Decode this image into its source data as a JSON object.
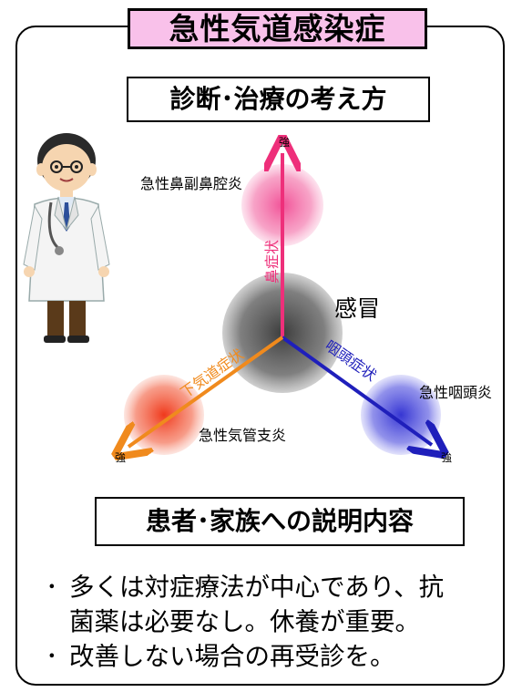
{
  "title": "急性気道感染症",
  "section1": {
    "title": "診断･治療の考え方"
  },
  "section2": {
    "title": "患者･家族への説明内容"
  },
  "diagram": {
    "center_label": "感冒",
    "axes": {
      "nose": {
        "label": "鼻症状",
        "end_label": "強",
        "color": "#ee2f7a"
      },
      "throat": {
        "label": "咽頭症状",
        "end_label": "強",
        "color": "#1f1fbb"
      },
      "lower": {
        "label": "下気道症状",
        "end_label": "強",
        "color": "#f08a1d"
      }
    },
    "regions": {
      "sinusitis": "急性鼻副鼻腔炎",
      "pharyngitis": "急性咽頭炎",
      "bronchitis": "急性気管支炎"
    },
    "colors": {
      "center": "#555555",
      "sinusitis": "#f03f8c",
      "pharyngitis": "#3b3bd6",
      "bronchitis": "#f04a2a"
    }
  },
  "explanation": [
    {
      "mark": "･",
      "line1": "多くは対症療法が中心であり、抗",
      "line2": "菌薬は必要なし。休養が重要。"
    },
    {
      "mark": "･",
      "line1": "改善しない場合の再受診を。",
      "line2": ""
    }
  ],
  "icons": {
    "doctor": "doctor-illustration"
  }
}
